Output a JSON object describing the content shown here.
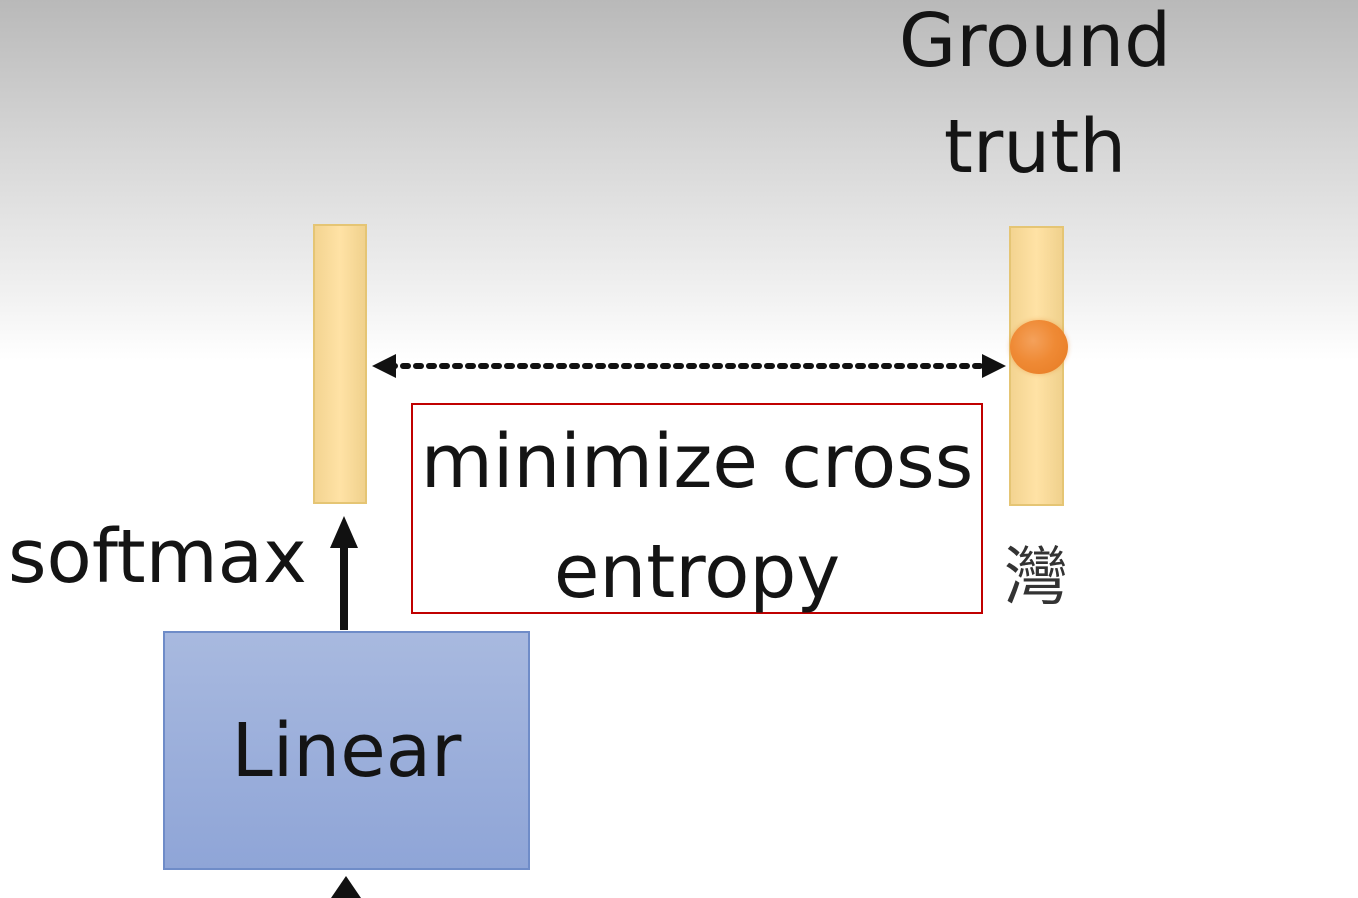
{
  "diagram": {
    "ground_truth_label_line1": "Ground",
    "ground_truth_label_line2": "truth",
    "softmax_label": "softmax",
    "loss_label_line1": "minimize cross",
    "loss_label_line2": "entropy",
    "linear_label": "Linear",
    "target_token": "灣"
  },
  "colors": {
    "vector_fill": "#ffe2a5",
    "vector_border": "#e5c574",
    "target_dot": "#ef8a35",
    "linear_fill": "#9fb2dd",
    "loss_box_border": "#c00000",
    "arrow": "#111111"
  }
}
